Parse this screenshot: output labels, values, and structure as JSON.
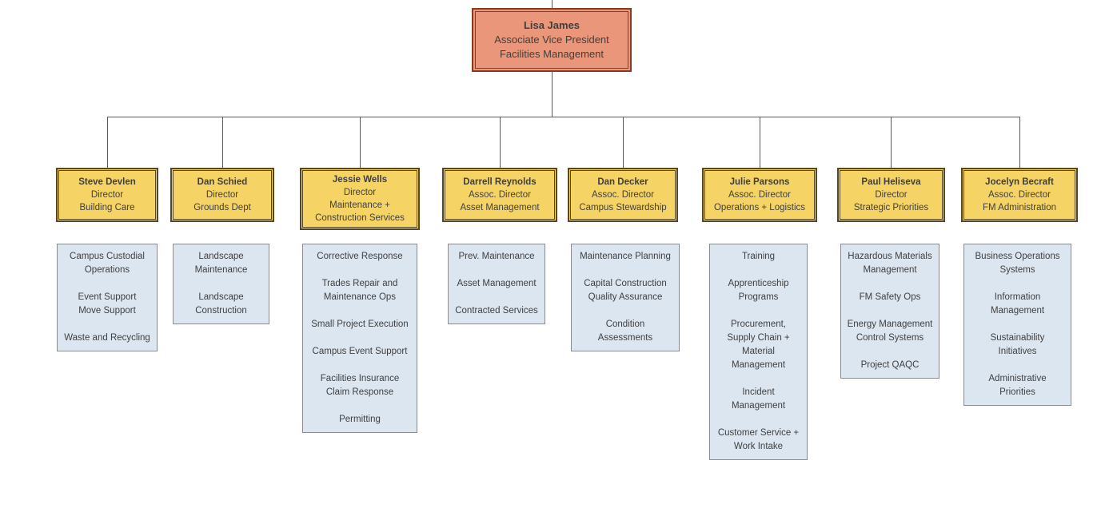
{
  "palette": {
    "root_fill": "#e9967a",
    "root_border": "#8a3b22",
    "head_fill": "#f5d365",
    "head_border": "#554720",
    "list_fill": "#dce6f1",
    "list_border": "#8c8c8c",
    "connector": "#5b5b5b",
    "text": "#3f3f3f"
  },
  "root": {
    "name": "Lisa James",
    "lines": [
      "Associate Vice President",
      "Facilities Management"
    ]
  },
  "branches": [
    {
      "name": "Steve Devlen",
      "title_lines": [
        "Director",
        "Building Care"
      ],
      "items": [
        "Campus Custodial\nOperations",
        "Event Support\nMove Support",
        "Waste and Recycling"
      ]
    },
    {
      "name": "Dan Schied",
      "title_lines": [
        "Director",
        "Grounds Dept"
      ],
      "items": [
        "Landscape\nMaintenance",
        "Landscape\nConstruction"
      ]
    },
    {
      "name": "Jessie Wells",
      "title_lines": [
        "Director",
        "Maintenance +",
        "Construction Services"
      ],
      "items": [
        "Corrective Response",
        "Trades Repair and\nMaintenance Ops",
        "Small Project Execution",
        "Campus Event Support",
        "Facilities Insurance\nClaim Response",
        "Permitting"
      ]
    },
    {
      "name": "Darrell Reynolds",
      "title_lines": [
        "Assoc. Director",
        "Asset Management"
      ],
      "items": [
        "Prev. Maintenance",
        "Asset Management",
        "Contracted Services"
      ]
    },
    {
      "name": "Dan Decker",
      "title_lines": [
        "Assoc. Director",
        "Campus Stewardship"
      ],
      "items": [
        "Maintenance Planning",
        "Capital Construction\nQuality Assurance",
        "Condition\nAssessments"
      ]
    },
    {
      "name": "Julie Parsons",
      "title_lines": [
        "Assoc. Director",
        "Operations + Logistics"
      ],
      "items": [
        "Training",
        "Apprenticeship\nPrograms",
        "Procurement,\nSupply Chain +\nMaterial\nManagement",
        "Incident\nManagement",
        "Customer Service +\nWork Intake"
      ]
    },
    {
      "name": "Paul Heliseva",
      "title_lines": [
        "Director",
        "Strategic Priorities"
      ],
      "items": [
        "Hazardous Materials\nManagement",
        "FM Safety Ops",
        "Energy Management\nControl Systems",
        "Project QAQC"
      ]
    },
    {
      "name": "Jocelyn Becraft",
      "title_lines": [
        "Assoc. Director",
        "FM Administration"
      ],
      "items": [
        "Business Operations\nSystems",
        "Information\nManagement",
        "Sustainability\nInitiatives",
        "Administrative\nPriorities"
      ]
    }
  ]
}
